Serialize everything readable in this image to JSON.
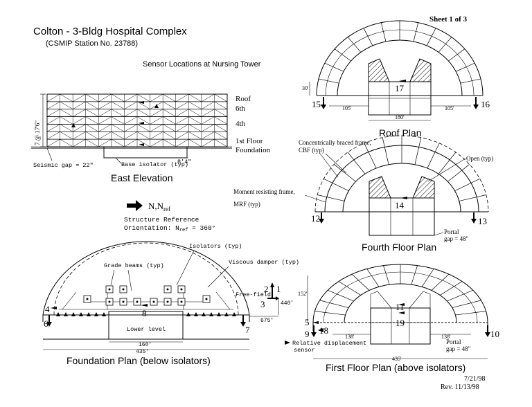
{
  "header": {
    "sheet": "Sheet 1 of 3",
    "title": "Colton - 3-Bldg Hospital Complex",
    "station": "(CSMIP Station No. 23788)",
    "subtitle": "Sensor Locations at Nursing Tower"
  },
  "east_elevation": {
    "title": "East Elevation",
    "levels": [
      "Roof",
      "6th",
      "4th",
      "1st Floor",
      "Foundation"
    ],
    "height_dim": "7 @ 17'6\"",
    "seismic_gap": "Seismic gap = 22\"",
    "base_isolator": "Base isolator (typ)",
    "isolator_dim": "8'4\""
  },
  "reference": {
    "label": "N,N",
    "label_sub": "ref",
    "line1": "Structure Reference",
    "line2_prefix": "Orientation: N",
    "line2_sub": "ref",
    "line2_suffix": " = 360°"
  },
  "roof_plan": {
    "title": "Roof Plan",
    "sensors": [
      "15",
      "16",
      "17"
    ],
    "dims": [
      "30'",
      "105'",
      "105'",
      "180'"
    ]
  },
  "fourth_floor_plan": {
    "title": "Fourth Floor Plan",
    "sensors": [
      "12",
      "13",
      "14"
    ],
    "cbf_note_1": "Concentrically braced frame,",
    "cbf_note_2": "CBF (typ)",
    "open_note": "Open (typ)",
    "mrf_note_1": "Moment resisting frame,",
    "mrf_note_2": "MRF (typ)",
    "portal_gap_1": "Portal",
    "portal_gap_2": "gap = 48\""
  },
  "foundation_plan": {
    "title": "Foundation Plan (below isolators)",
    "sensors": [
      "4",
      "6",
      "7",
      "8",
      "1",
      "2",
      "3"
    ],
    "isolators_note": "Isolators (typ)",
    "grade_beams_note": "Grade beams (typ)",
    "viscous_damper_note": "Viscous damper (typ)",
    "free_field": "Free-field",
    "lower_level": "Lower level",
    "dims": [
      "440'",
      "675'",
      "160'",
      "435'"
    ]
  },
  "first_floor_plan": {
    "title": "First Floor Plan (above isolators)",
    "sensors": [
      "5",
      "9",
      "10",
      "11",
      "18",
      "19"
    ],
    "dims": [
      "152'",
      "138'",
      "138'",
      "435'"
    ],
    "portal_gap_1": "Portal",
    "portal_gap_2": "gap = 48\"",
    "rel_disp_1": "Relative displacement",
    "rel_disp_2": "sensor"
  },
  "footer": {
    "date": "7/21/98",
    "rev": "Rev. 11/13/98"
  }
}
